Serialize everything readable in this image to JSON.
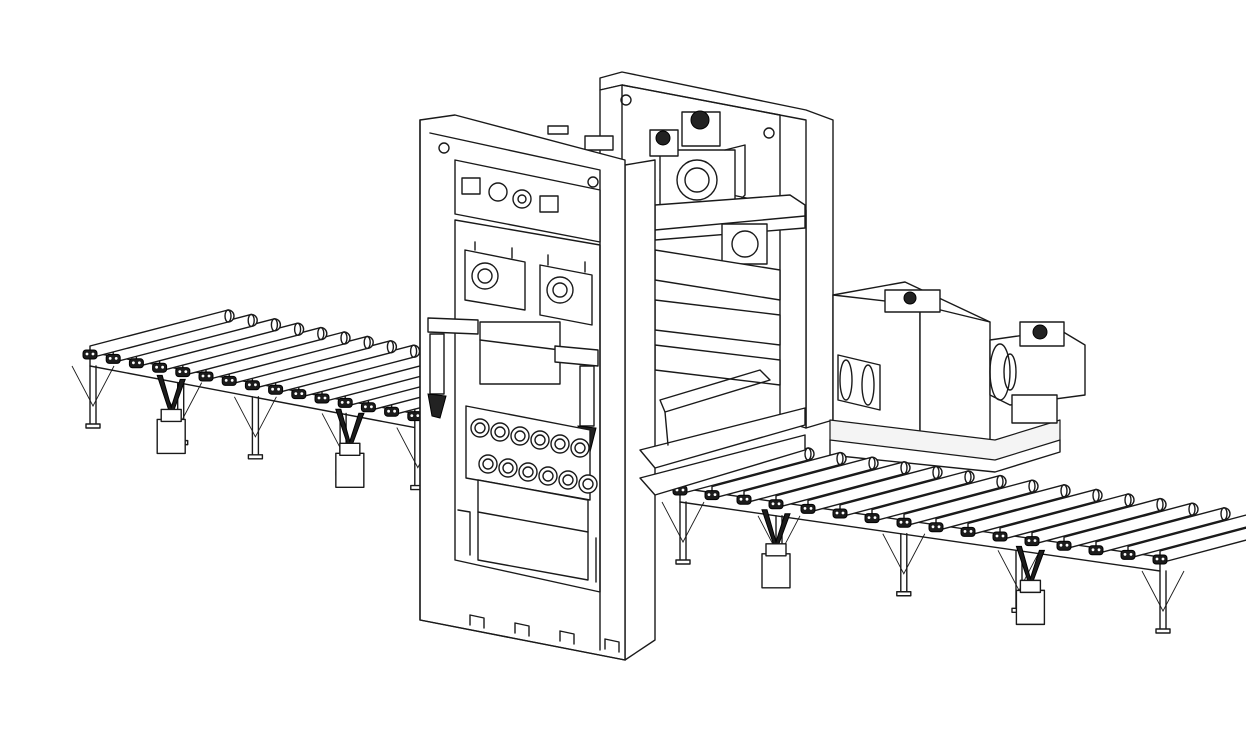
{
  "figure": {
    "subject": "",
    "colors": {
      "line": "#1a1a1a",
      "background": "#ffffff",
      "chain": "#1c1c1c"
    },
    "left_conveyor": {
      "roller_count": 15,
      "drive_units": 2
    },
    "right_conveyor": {
      "roller_count": 16,
      "drive_units": 2
    },
    "front_housing": {
      "panel_icons": [
        "gauge-icon",
        "dial-icon",
        "gauge-icon",
        "gauge-icon"
      ],
      "work_roll_rows": [
        6,
        6
      ],
      "bottom_slots": 4
    },
    "drive_motors": 3
  }
}
